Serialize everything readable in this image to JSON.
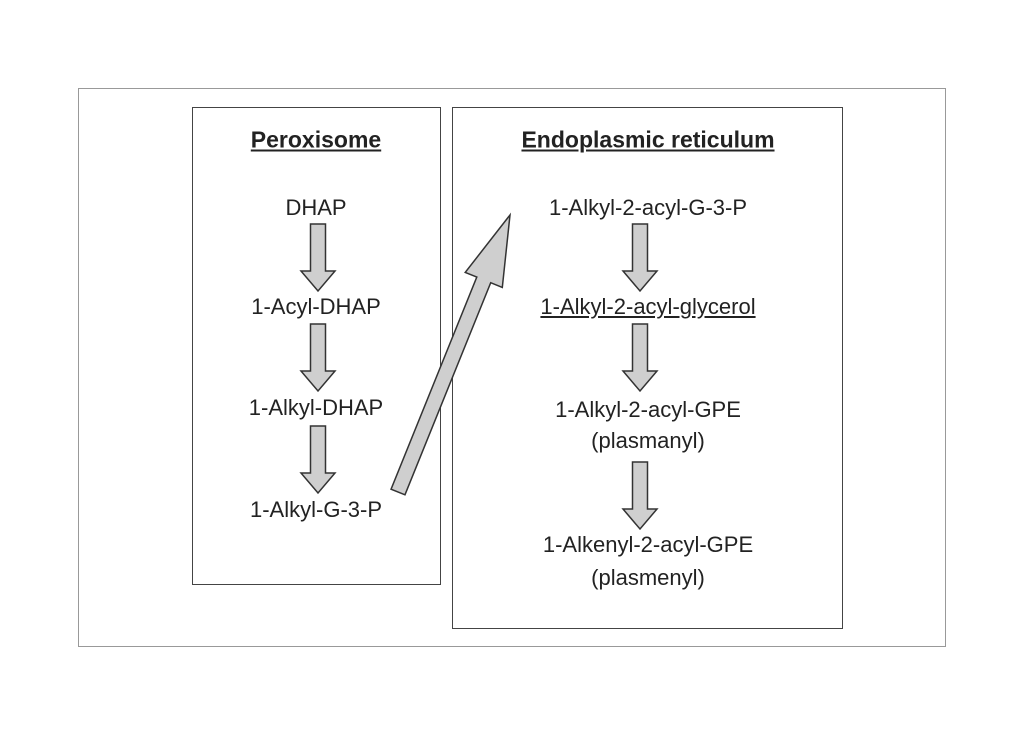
{
  "peroxisome": {
    "title": "Peroxisome",
    "steps": [
      "DHAP",
      "1-Acyl-DHAP",
      "1-Alkyl-DHAP",
      "1-Alkyl-G-3-P"
    ]
  },
  "er": {
    "title": "Endoplasmic reticulum",
    "steps": [
      "1-Alkyl-2-acyl-G-3-P",
      "1-Alkyl-2-acyl-glycerol",
      "1-Alkyl-2-acyl-GPE",
      "(plasmanyl)",
      "1-Alkenyl-2-acyl-GPE",
      "(plasmenyl)"
    ]
  },
  "colors": {
    "arrow_fill": "#cfcfcf",
    "arrow_stroke": "#333333",
    "border": "#444444"
  }
}
